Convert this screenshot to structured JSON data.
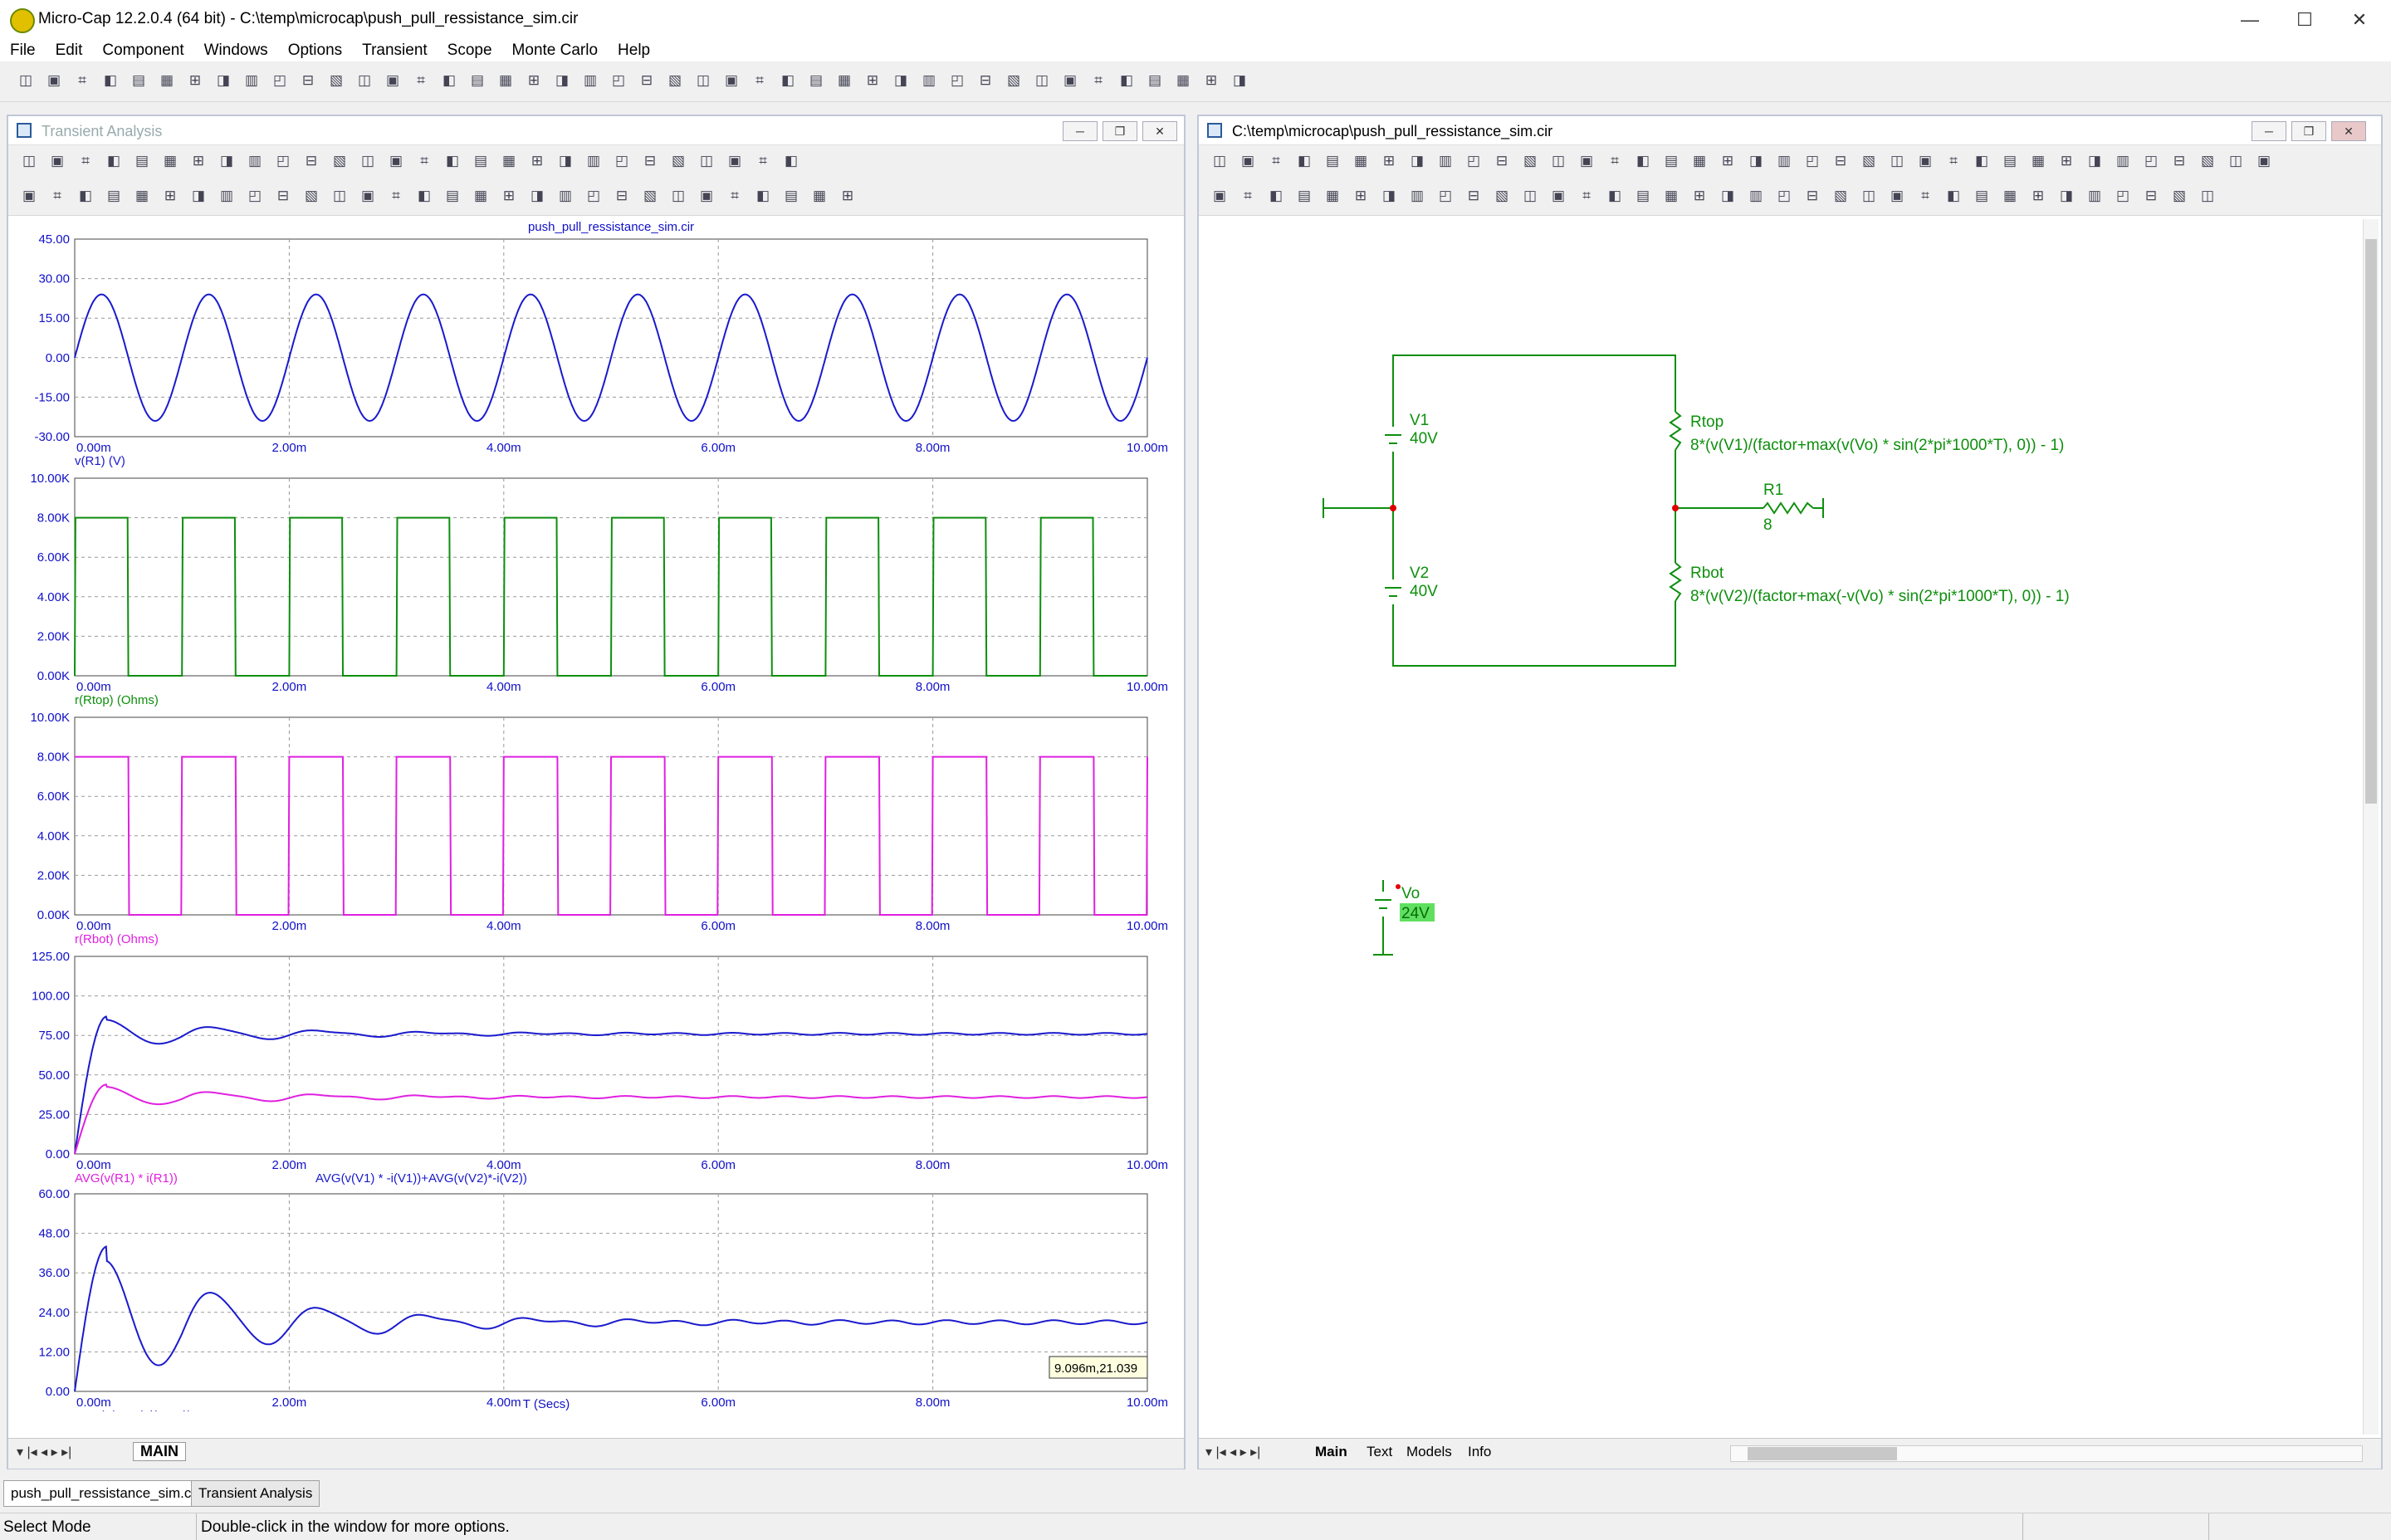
{
  "app": {
    "title": "Micro-Cap 12.2.0.4 (64 bit) - C:\\temp\\microcap\\push_pull_ressistance_sim.cir"
  },
  "window_controls": {
    "minimize": "—",
    "maximize": "☐",
    "close": "✕"
  },
  "menu": [
    "File",
    "Edit",
    "Component",
    "Windows",
    "Options",
    "Transient",
    "Scope",
    "Monte Carlo",
    "Help"
  ],
  "transient_window": {
    "title": "Transient Analysis",
    "plot_title": "push_pull_ressistance_sim.cir",
    "x_ticks": [
      "0.00m",
      "2.00m",
      "4.00m",
      "6.00m",
      "8.00m",
      "10.00m"
    ],
    "x_axis_label": "T (Secs)",
    "plots": [
      {
        "y_ticks": [
          "45.00",
          "30.00",
          "15.00",
          "0.00",
          "-15.00",
          "-30.00"
        ],
        "labels": [
          "v(R1) (V)"
        ]
      },
      {
        "y_ticks": [
          "10.00K",
          "8.00K",
          "6.00K",
          "4.00K",
          "2.00K",
          "0.00K"
        ],
        "labels": [
          "r(Rtop) (Ohms)"
        ]
      },
      {
        "y_ticks": [
          "10.00K",
          "8.00K",
          "6.00K",
          "4.00K",
          "2.00K",
          "0.00K"
        ],
        "labels": [
          "r(Rbot) (Ohms)"
        ]
      },
      {
        "y_ticks": [
          "125.00",
          "100.00",
          "75.00",
          "50.00",
          "25.00",
          "0.00"
        ],
        "labels": [
          "AVG(v(R1) * i(R1))",
          "AVG(v(V1) * -i(V1))+AVG(v(V2)*-i(V2))"
        ]
      },
      {
        "y_ticks": [
          "60.00",
          "48.00",
          "36.00",
          "24.00",
          "12.00",
          "0.00"
        ],
        "labels": [
          "AVG(v(Rtop)*i(Rtop))"
        ]
      }
    ],
    "tooltip": "9.096m,21.039",
    "bottom_tab": "MAIN"
  },
  "schematic_window": {
    "title": "C:\\temp\\microcap\\push_pull_ressistance_sim.cir",
    "components": {
      "v1_name": "V1",
      "v1_value": "40V",
      "v2_name": "V2",
      "v2_value": "40V",
      "rtop_name": "Rtop",
      "rtop_value": "8*(v(V1)/(factor+max(v(Vo) * sin(2*pi*1000*T), 0)) - 1)",
      "rbot_name": "Rbot",
      "rbot_value": "8*(v(V2)/(factor+max(-v(Vo) * sin(2*pi*1000*T), 0)) - 1)",
      "r1_name": "R1",
      "r1_value": "8",
      "vo_name": "Vo",
      "vo_value": "24V"
    },
    "tabs": [
      "Main",
      "Text",
      "Models",
      "Info"
    ]
  },
  "doc_tabs": [
    "push_pull_ressistance_sim.cir",
    "Transient Analysis"
  ],
  "status": {
    "mode": "Select Mode",
    "message": "Double-click in the window for more options."
  },
  "chart_data": [
    {
      "type": "line",
      "title": "push_pull_ressistance_sim.cir",
      "xlabel": "",
      "ylabel": "",
      "xlim": [
        0,
        10
      ],
      "ylim": [
        -30,
        45
      ],
      "series": [
        {
          "name": "v(R1) (V)",
          "color": "#1a1acd",
          "shape": "sine",
          "amplitude": 24,
          "frequency_per_ms": 1
        }
      ]
    },
    {
      "type": "line",
      "xlim": [
        0,
        10
      ],
      "ylim": [
        0,
        10000
      ],
      "series": [
        {
          "name": "r(Rtop) (Ohms)",
          "color": "#0d8f0d",
          "shape": "square",
          "high": 8000,
          "low": 0
        }
      ]
    },
    {
      "type": "line",
      "xlim": [
        0,
        10
      ],
      "ylim": [
        0,
        10000
      ],
      "series": [
        {
          "name": "r(Rbot) (Ohms)",
          "color": "#e020e0",
          "shape": "square_inverted",
          "high": 8000,
          "low": 0
        }
      ]
    },
    {
      "type": "line",
      "xlim": [
        0,
        10
      ],
      "ylim": [
        0,
        125
      ],
      "series": [
        {
          "name": "AVG(v(V1) * -i(V1))+AVG(v(V2)*-i(V2))",
          "color": "#1a1acd",
          "peak": 87,
          "steady": 76
        },
        {
          "name": "AVG(v(R1) * i(R1))",
          "color": "#e020e0",
          "peak": 44,
          "steady": 36
        }
      ]
    },
    {
      "type": "line",
      "xlim": [
        0,
        10
      ],
      "ylim": [
        0,
        60
      ],
      "series": [
        {
          "name": "AVG(v(Rtop)*i(Rtop))",
          "color": "#1a1acd",
          "peak": 44,
          "steady": 21
        }
      ]
    }
  ]
}
